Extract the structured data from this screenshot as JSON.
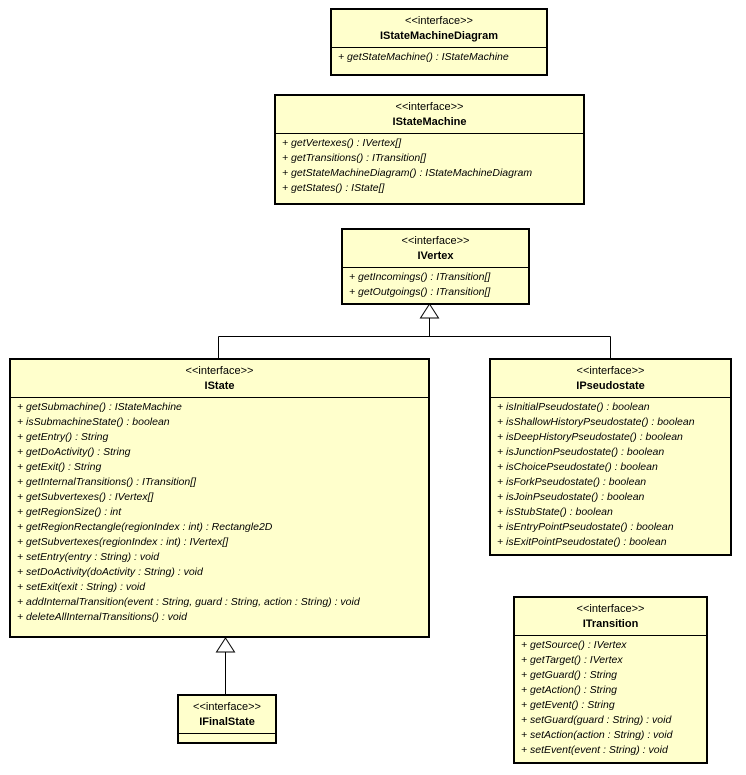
{
  "palette": {
    "background": "#FFFFFF",
    "box_fill": "#FFFFCC",
    "box_border": "#000000",
    "line_color": "#000000"
  },
  "diagram_type": "uml-class-diagram",
  "classes": [
    {
      "key": "istatemachinediagram",
      "stereotype": "<<interface>>",
      "name": "IStateMachineDiagram",
      "methods": [
        "+ getStateMachine() : IStateMachine"
      ]
    },
    {
      "key": "istatemachine",
      "stereotype": "<<interface>>",
      "name": "IStateMachine",
      "methods": [
        "+ getVertexes() : IVertex[]",
        "+ getTransitions() : ITransition[]",
        "+ getStateMachineDiagram() : IStateMachineDiagram",
        "+ getStates() : IState[]"
      ]
    },
    {
      "key": "ivertex",
      "stereotype": "<<interface>>",
      "name": "IVertex",
      "methods": [
        "+ getIncomings() : ITransition[]",
        "+ getOutgoings() : ITransition[]"
      ]
    },
    {
      "key": "istate",
      "stereotype": "<<interface>>",
      "name": "IState",
      "methods": [
        "+ getSubmachine() : IStateMachine",
        "+ isSubmachineState() : boolean",
        "+ getEntry() : String",
        "+ getDoActivity() : String",
        "+ getExit() : String",
        "+ getInternalTransitions() : ITransition[]",
        "+ getSubvertexes() : IVertex[]",
        "+ getRegionSize() : int",
        "+ getRegionRectangle(regionIndex : int) : Rectangle2D",
        "+ getSubvertexes(regionIndex : int) : IVertex[]",
        "+ setEntry(entry : String) : void",
        "+ setDoActivity(doActivity : String) : void",
        "+ setExit(exit : String) : void",
        "+ addInternalTransition(event : String, guard : String, action : String) : void",
        "+ deleteAllInternalTransitions() : void"
      ]
    },
    {
      "key": "ipseudostate",
      "stereotype": "<<interface>>",
      "name": "IPseudostate",
      "methods": [
        "+ isInitialPseudostate() : boolean",
        "+ isShallowHistoryPseudostate() : boolean",
        "+ isDeepHistoryPseudostate() : boolean",
        "+ isJunctionPseudostate() : boolean",
        "+ isChoicePseudostate() : boolean",
        "+ isForkPseudostate() : boolean",
        "+ isJoinPseudostate() : boolean",
        "+ isStubState() : boolean",
        "+ isEntryPointPseudostate() : boolean",
        "+ isExitPointPseudostate() : boolean"
      ]
    },
    {
      "key": "itransition",
      "stereotype": "<<interface>>",
      "name": "ITransition",
      "methods": [
        "+ getSource() : IVertex",
        "+ getTarget() : IVertex",
        "+ getGuard() : String",
        "+ getAction() : String",
        "+ getEvent() : String",
        "+ setGuard(guard : String) : void",
        "+ setAction(action : String) : void",
        "+ setEvent(event : String) : void"
      ]
    },
    {
      "key": "ifinalstate",
      "stereotype": "<<interface>>",
      "name": "IFinalState",
      "methods": []
    }
  ],
  "relationships": [
    {
      "type": "generalization",
      "from": "IState",
      "to": "IVertex"
    },
    {
      "type": "generalization",
      "from": "IPseudostate",
      "to": "IVertex"
    },
    {
      "type": "generalization",
      "from": "IFinalState",
      "to": "IState"
    }
  ]
}
